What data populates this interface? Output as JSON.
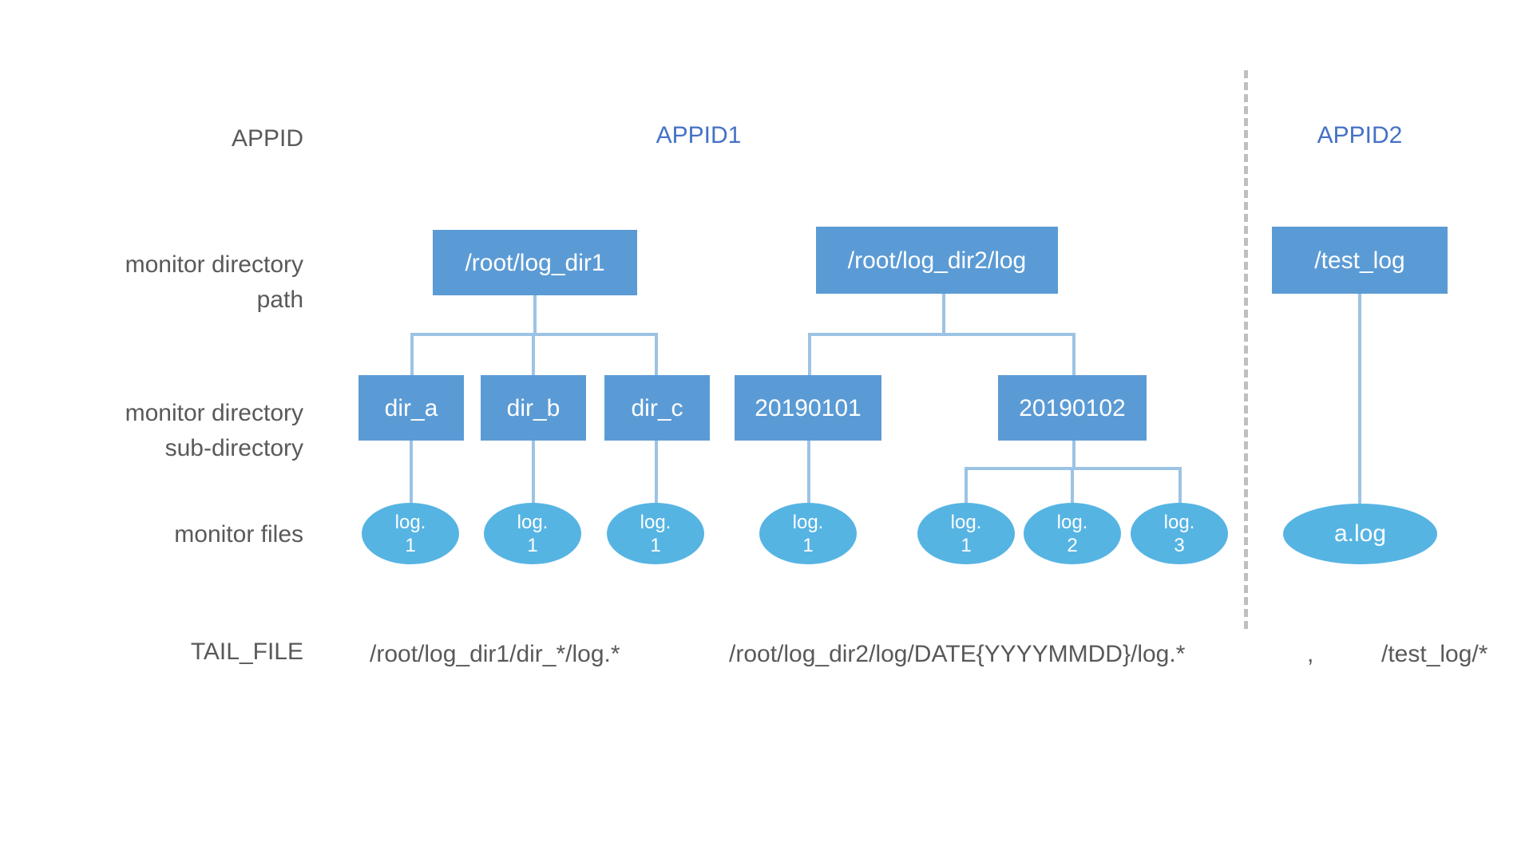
{
  "diagram": {
    "title_row_labels": {
      "appid": "APPID",
      "monitor_directory_path": "monitor directory\npath",
      "monitor_directory_subdirectory": "monitor directory\nsub-directory",
      "monitor_files": "monitor files",
      "tail_file": "TAIL_FILE"
    },
    "colors": {
      "box_fill": "#5b9bd5",
      "ellipse_fill": "#56b4e3",
      "connector": "#9cc3e5",
      "appid_text": "#4472c4",
      "label_text": "#595959",
      "divider": "#bfbfbf",
      "background": "#ffffff"
    },
    "apps": [
      {
        "id": "app1",
        "header": "APPID1",
        "trees": [
          {
            "id": "tree1",
            "root": "/root/log_dir1",
            "subdirs": [
              "dir_a",
              "dir_b",
              "dir_c"
            ],
            "files": [
              [
                "log.\n1"
              ],
              [
                "log.\n1"
              ],
              [
                "log.\n1"
              ]
            ]
          },
          {
            "id": "tree2",
            "root": "/root/log_dir2/log",
            "subdirs": [
              "20190101",
              "20190102"
            ],
            "files": [
              [
                "log.\n1"
              ],
              [
                "log.\n1",
                "log.\n2",
                "log.\n3"
              ]
            ]
          }
        ],
        "tail_file_entries": [
          "/root/log_dir1/dir_*/log.*",
          "/root/log_dir2/log/DATE{YYYYMMDD}/log.*"
        ],
        "tail_file_separator": ","
      },
      {
        "id": "app2",
        "header": "APPID2",
        "trees": [
          {
            "id": "tree3",
            "root": "/test_log",
            "subdirs": [],
            "files": [
              [
                "a.log"
              ]
            ]
          }
        ],
        "tail_file_entries": [
          "/test_log/*"
        ],
        "tail_file_separator": ""
      }
    ]
  }
}
